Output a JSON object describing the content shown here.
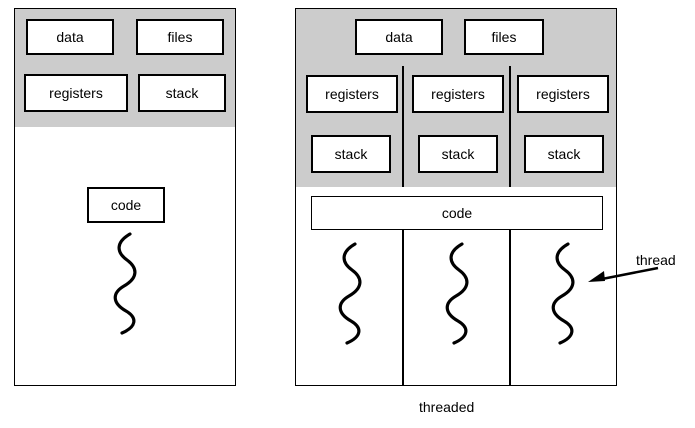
{
  "diagram": {
    "title_bottom": "threaded",
    "annotation": "thread",
    "single_process": {
      "top_cells": [
        "data",
        "files"
      ],
      "mid_cells": [
        "registers",
        "stack"
      ],
      "code_cell": "code"
    },
    "multi_process": {
      "top_cells": [
        "data",
        "files"
      ],
      "columns": [
        {
          "registers": "registers",
          "stack": "stack"
        },
        {
          "registers": "registers",
          "stack": "stack"
        },
        {
          "registers": "registers",
          "stack": "stack"
        }
      ],
      "code_cell": "code"
    },
    "colors": {
      "band": "#cccccc",
      "stroke": "#000000",
      "fill": "#ffffff"
    }
  }
}
